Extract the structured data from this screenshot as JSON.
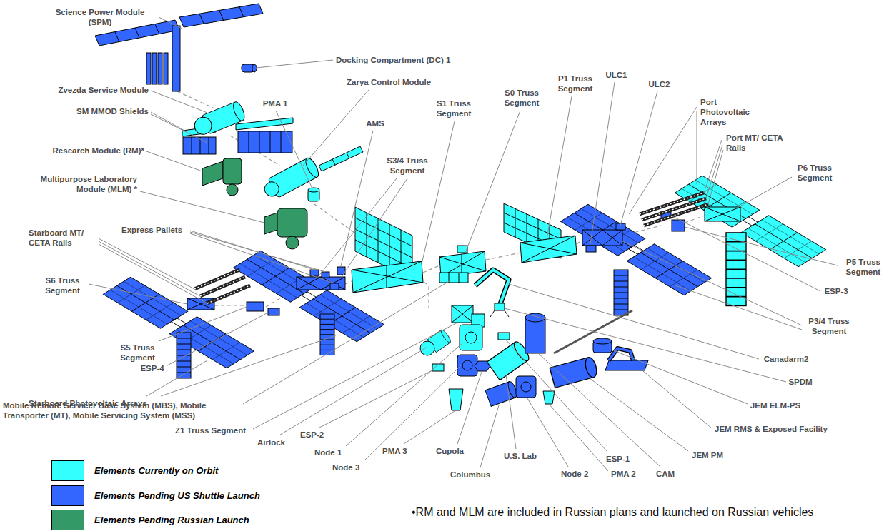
{
  "diagram": {
    "labels": [
      "Science Power Module (SPM)",
      "Docking Compartment (DC) 1",
      "Zarya Control Module",
      "Zvezda Service Module",
      "SM MMOD Shields",
      "PMA 1",
      "AMS",
      "S1 Truss Segment",
      "S0 Truss Segment",
      "P1 Truss Segment",
      "ULC1",
      "ULC2",
      "Port Photovoltaic Arrays",
      "Port MT/ CETA Rails",
      "P6 Truss Segment",
      "Research Module (RM)*",
      "S3/4 Truss Segment",
      "Multipurpose Laboratory Module (MLM) *",
      "Express Pallets",
      "Starboard MT/ CETA Rails",
      "S6 Truss Segment",
      "P5 Truss Segment",
      "ESP-3",
      "P3/4 Truss Segment",
      "S5 Truss Segment",
      "Canadarm2",
      "SPDM",
      "ESP-4",
      "Starboard Photovoltaic Arrays",
      "JEM ELM-PS",
      "Mobile Remote Servicer Base System (MBS), Mobile Transporter (MT), Mobile Servicing System (MSS)",
      "JEM RMS & Exposed Facility",
      "Z1 Truss Segment",
      "Airlock",
      "ESP-2",
      "Node 1",
      "Node 3",
      "PMA 3",
      "Cupola",
      "U.S. Lab",
      "JEM PM",
      "ESP-1",
      "Columbus",
      "Node 2",
      "PMA 2",
      "CAM",
      "•RM and MLM are included in Russian plans and launched on Russian vehicles"
    ],
    "legend": [
      {
        "text": "Elements Currently on Orbit",
        "color": "#33ffff"
      },
      {
        "text": "Elements Pending US Shuttle Launch",
        "color": "#3366ff"
      },
      {
        "text": "Elements Pending Russian Launch",
        "color": "#339966"
      }
    ]
  }
}
